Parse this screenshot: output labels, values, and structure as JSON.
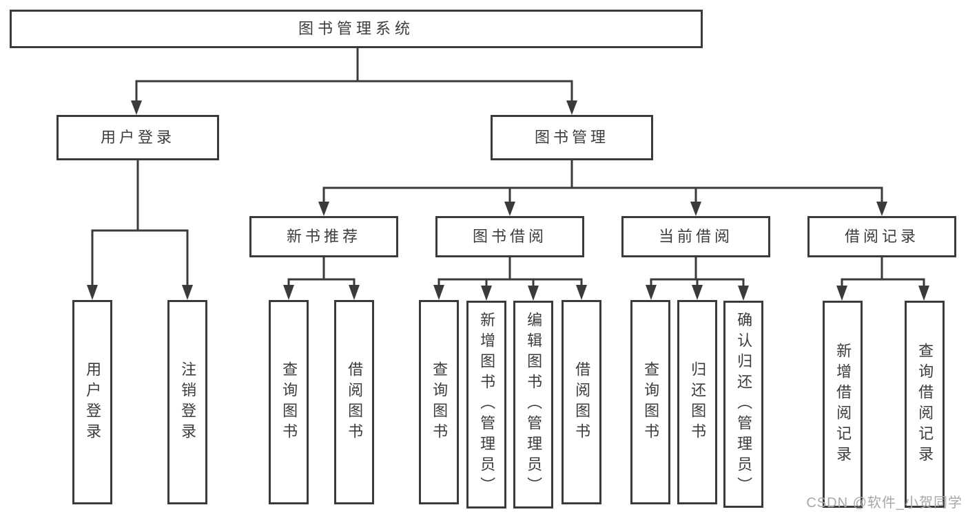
{
  "diagram": {
    "title": "图书管理系统",
    "branches": [
      {
        "label": "用户登录",
        "children": [
          {
            "label": "用户登录"
          },
          {
            "label": "注销登录"
          }
        ]
      },
      {
        "label": "图书管理",
        "children": [
          {
            "label": "新书推荐",
            "children": [
              {
                "label": "查询图书"
              },
              {
                "label": "借阅图书"
              }
            ]
          },
          {
            "label": "图书借阅",
            "children": [
              {
                "label": "查询图书"
              },
              {
                "label": "新增图书（管理员）"
              },
              {
                "label": "编辑图书（管理员）"
              },
              {
                "label": "借阅图书"
              }
            ]
          },
          {
            "label": "当前借阅",
            "children": [
              {
                "label": "查询图书"
              },
              {
                "label": "归还图书"
              },
              {
                "label": "确认归还（管理员）"
              }
            ]
          },
          {
            "label": "借阅记录",
            "children": [
              {
                "label": "新增借阅记录"
              },
              {
                "label": "查询借阅记录"
              }
            ]
          }
        ]
      }
    ]
  },
  "watermark": "CSDN @软件_小贺同学",
  "colors": {
    "line": "#3a3a3a",
    "text": "#3c3c3c",
    "box_background": "#ffffff",
    "page_background": "#ffffff",
    "watermark": "#a8a8a8"
  }
}
